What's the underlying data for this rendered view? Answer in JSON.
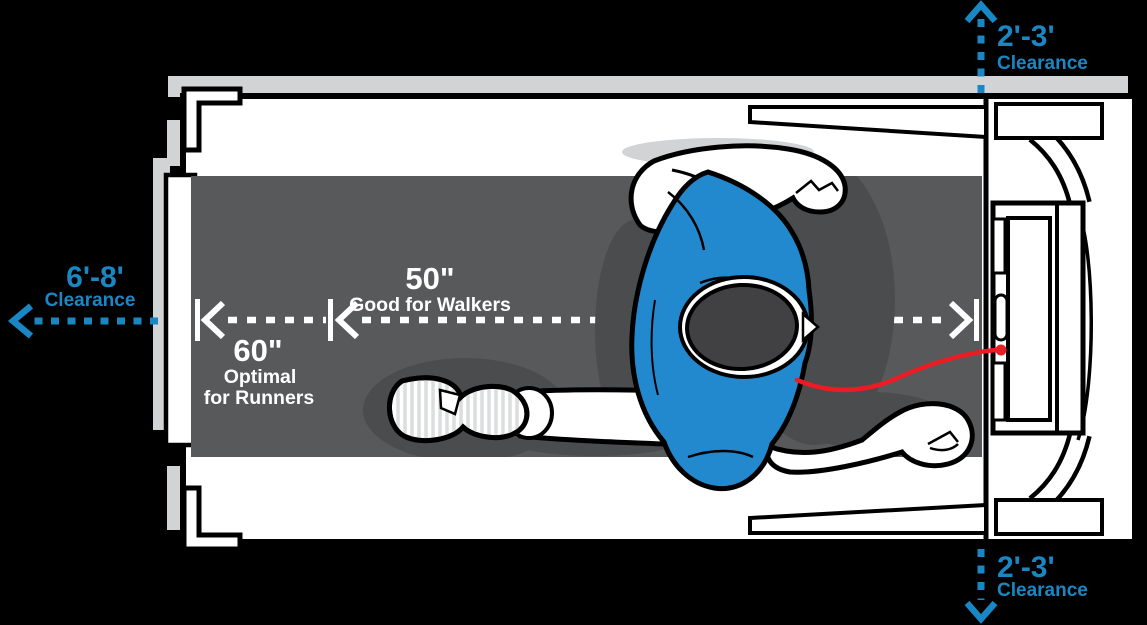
{
  "diagram": {
    "figure_icon": "runner-on-treadmill-top-view",
    "clearance_left": {
      "value": "6'-8'",
      "label": "Clearance"
    },
    "clearance_top_right": {
      "value": "2'-3'",
      "label": "Clearance"
    },
    "clearance_bottom_right": {
      "value": "2'-3'",
      "label": "Clearance"
    },
    "belt_length_runners": {
      "value": "60\"",
      "label_line1": "Optimal",
      "label_line2": "for Runners"
    },
    "belt_length_walkers": {
      "value": "50\"",
      "label": "Good for Walkers"
    },
    "colors": {
      "accent_blue": "#1a87c5",
      "belt_gray": "#58595b",
      "belt_shadow_gray": "#4b4c4e",
      "drop_shadow_gray": "#d1d3d4",
      "shirt_blue": "#2289cf",
      "hair_gray": "#414042",
      "cord_red": "#ed1c24",
      "deck_white": "#ffffff",
      "outline_black": "#000000"
    }
  }
}
